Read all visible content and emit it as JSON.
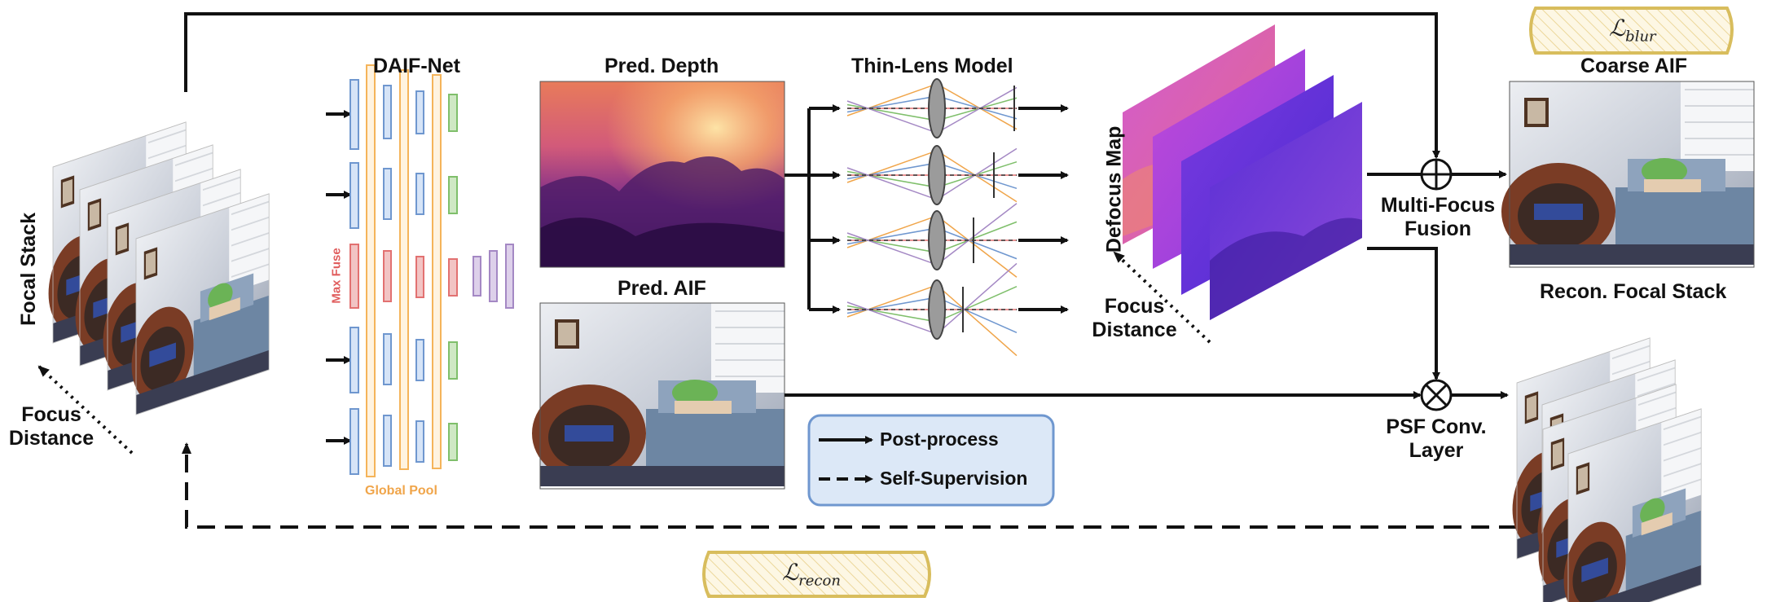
{
  "labels": {
    "focal_stack": "Focal Stack",
    "focus_distance_left_line1": "Focus",
    "focus_distance_left_line2": "Distance",
    "daif_net": "DAIF-Net",
    "max_fuse": "Max Fuse",
    "global_pool": "Global Pool",
    "pred_depth": "Pred. Depth",
    "pred_aif": "Pred. AIF",
    "thin_lens": "Thin-Lens Model",
    "defocus_map": "Defocus Map",
    "focus_distance_mid_line1": "Focus",
    "focus_distance_mid_line2": "Distance",
    "multi_focus_line1": "Multi-Focus",
    "multi_focus_line2": "Fusion",
    "coarse_aif": "Coarse AIF",
    "recon_focal_stack": "Recon. Focal Stack",
    "psf_conv_line1": "PSF Conv.",
    "psf_conv_line2": "Layer"
  },
  "legend": {
    "post_process": "Post-process",
    "self_supervision": "Self-Supervision"
  },
  "losses": {
    "blur_symbol": "ℒ",
    "blur_sub": "blur",
    "recon_symbol": "ℒ",
    "recon_sub": "recon"
  },
  "colors": {
    "encoder_block": "#d6e4f7",
    "encoder_border": "#6f97cf",
    "global_pool": "#f5b45a",
    "max_fuse": "#f2c4c4",
    "decoder_green": "#cfe8c4",
    "decoder_purple": "#ddd0ea",
    "legend_bg": "#dce8f7",
    "loss_bg": "#fbf3d6"
  }
}
